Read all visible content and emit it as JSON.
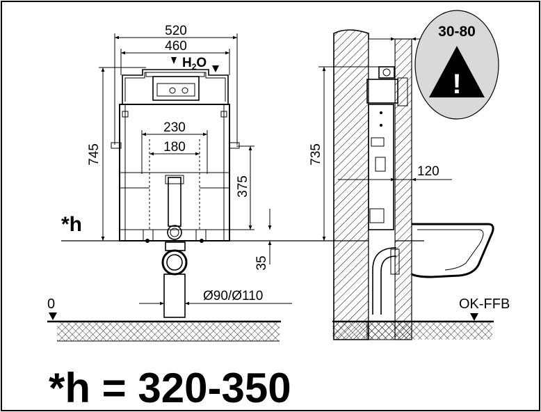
{
  "front_view": {
    "width_outer": "520",
    "width_inner": "460",
    "water_label": "H",
    "water_sub": "2",
    "water_end": "O",
    "height_total": "745",
    "flush_width_outer": "230",
    "flush_width_inner": "180",
    "drain_height": "375",
    "drain_offset": "35",
    "pipe_diameter": "Ø90/Ø110",
    "ref_zero": "0"
  },
  "side_view": {
    "height_total": "735",
    "wall_depth": "120",
    "floor_ref": "OK-FFB"
  },
  "warning": {
    "range": "30-80",
    "symbol": "!"
  },
  "h_label": "*h",
  "formula": "*h = 320-350"
}
